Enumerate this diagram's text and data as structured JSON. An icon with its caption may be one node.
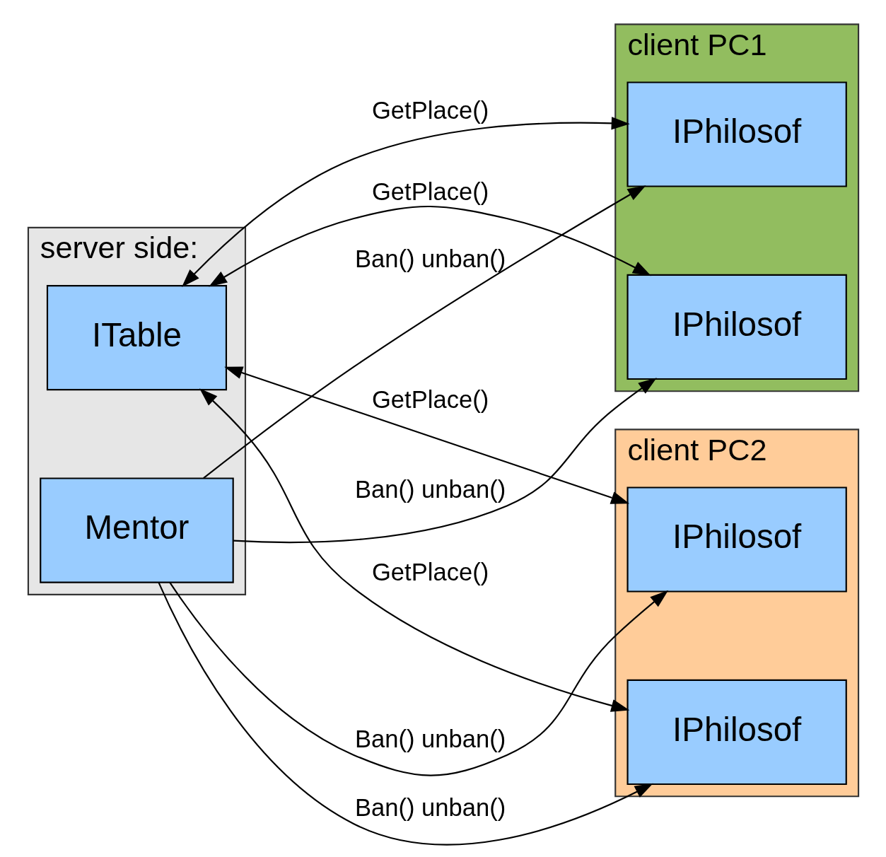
{
  "diagram": {
    "nodes": [
      {
        "text": [
          "server side:"
        ]
      },
      {
        "text": [
          "ITable"
        ],
        "in": 0
      },
      {
        "text": [
          "Mentor"
        ],
        "in": 0
      },
      {
        "text": [
          "client PC1"
        ]
      },
      {
        "text": [
          "IPhilosof"
        ],
        "in": 3
      },
      {
        "text": [
          "IPhilosof"
        ],
        "in": 3
      },
      {
        "text": [
          "client PC2"
        ]
      },
      {
        "text": [
          "IPhilosof"
        ],
        "in": 6
      },
      {
        "text": [
          "IPhilosof"
        ],
        "in": 6
      }
    ],
    "edges": [
      {
        "from": 1,
        "to": 4,
        "arrow": "both",
        "label": "GetPlace()"
      },
      {
        "from": 1,
        "to": 5,
        "arrow": "both",
        "label": "GetPlace()"
      },
      {
        "from": 1,
        "to": 7,
        "arrow": "both",
        "label": "GetPlace()"
      },
      {
        "from": 1,
        "to": 8,
        "arrow": "both",
        "label": "GetPlace()"
      },
      {
        "from": 2,
        "to": 4,
        "arrow": "to",
        "label": "Ban() unban()"
      },
      {
        "from": 2,
        "to": 5,
        "arrow": "to",
        "label": "Ban() unban()"
      },
      {
        "from": 2,
        "to": 7,
        "arrow": "to",
        "label": "Ban() unban()"
      },
      {
        "from": 2,
        "to": 8,
        "arrow": "to",
        "label": "Ban() unban()"
      }
    ]
  }
}
